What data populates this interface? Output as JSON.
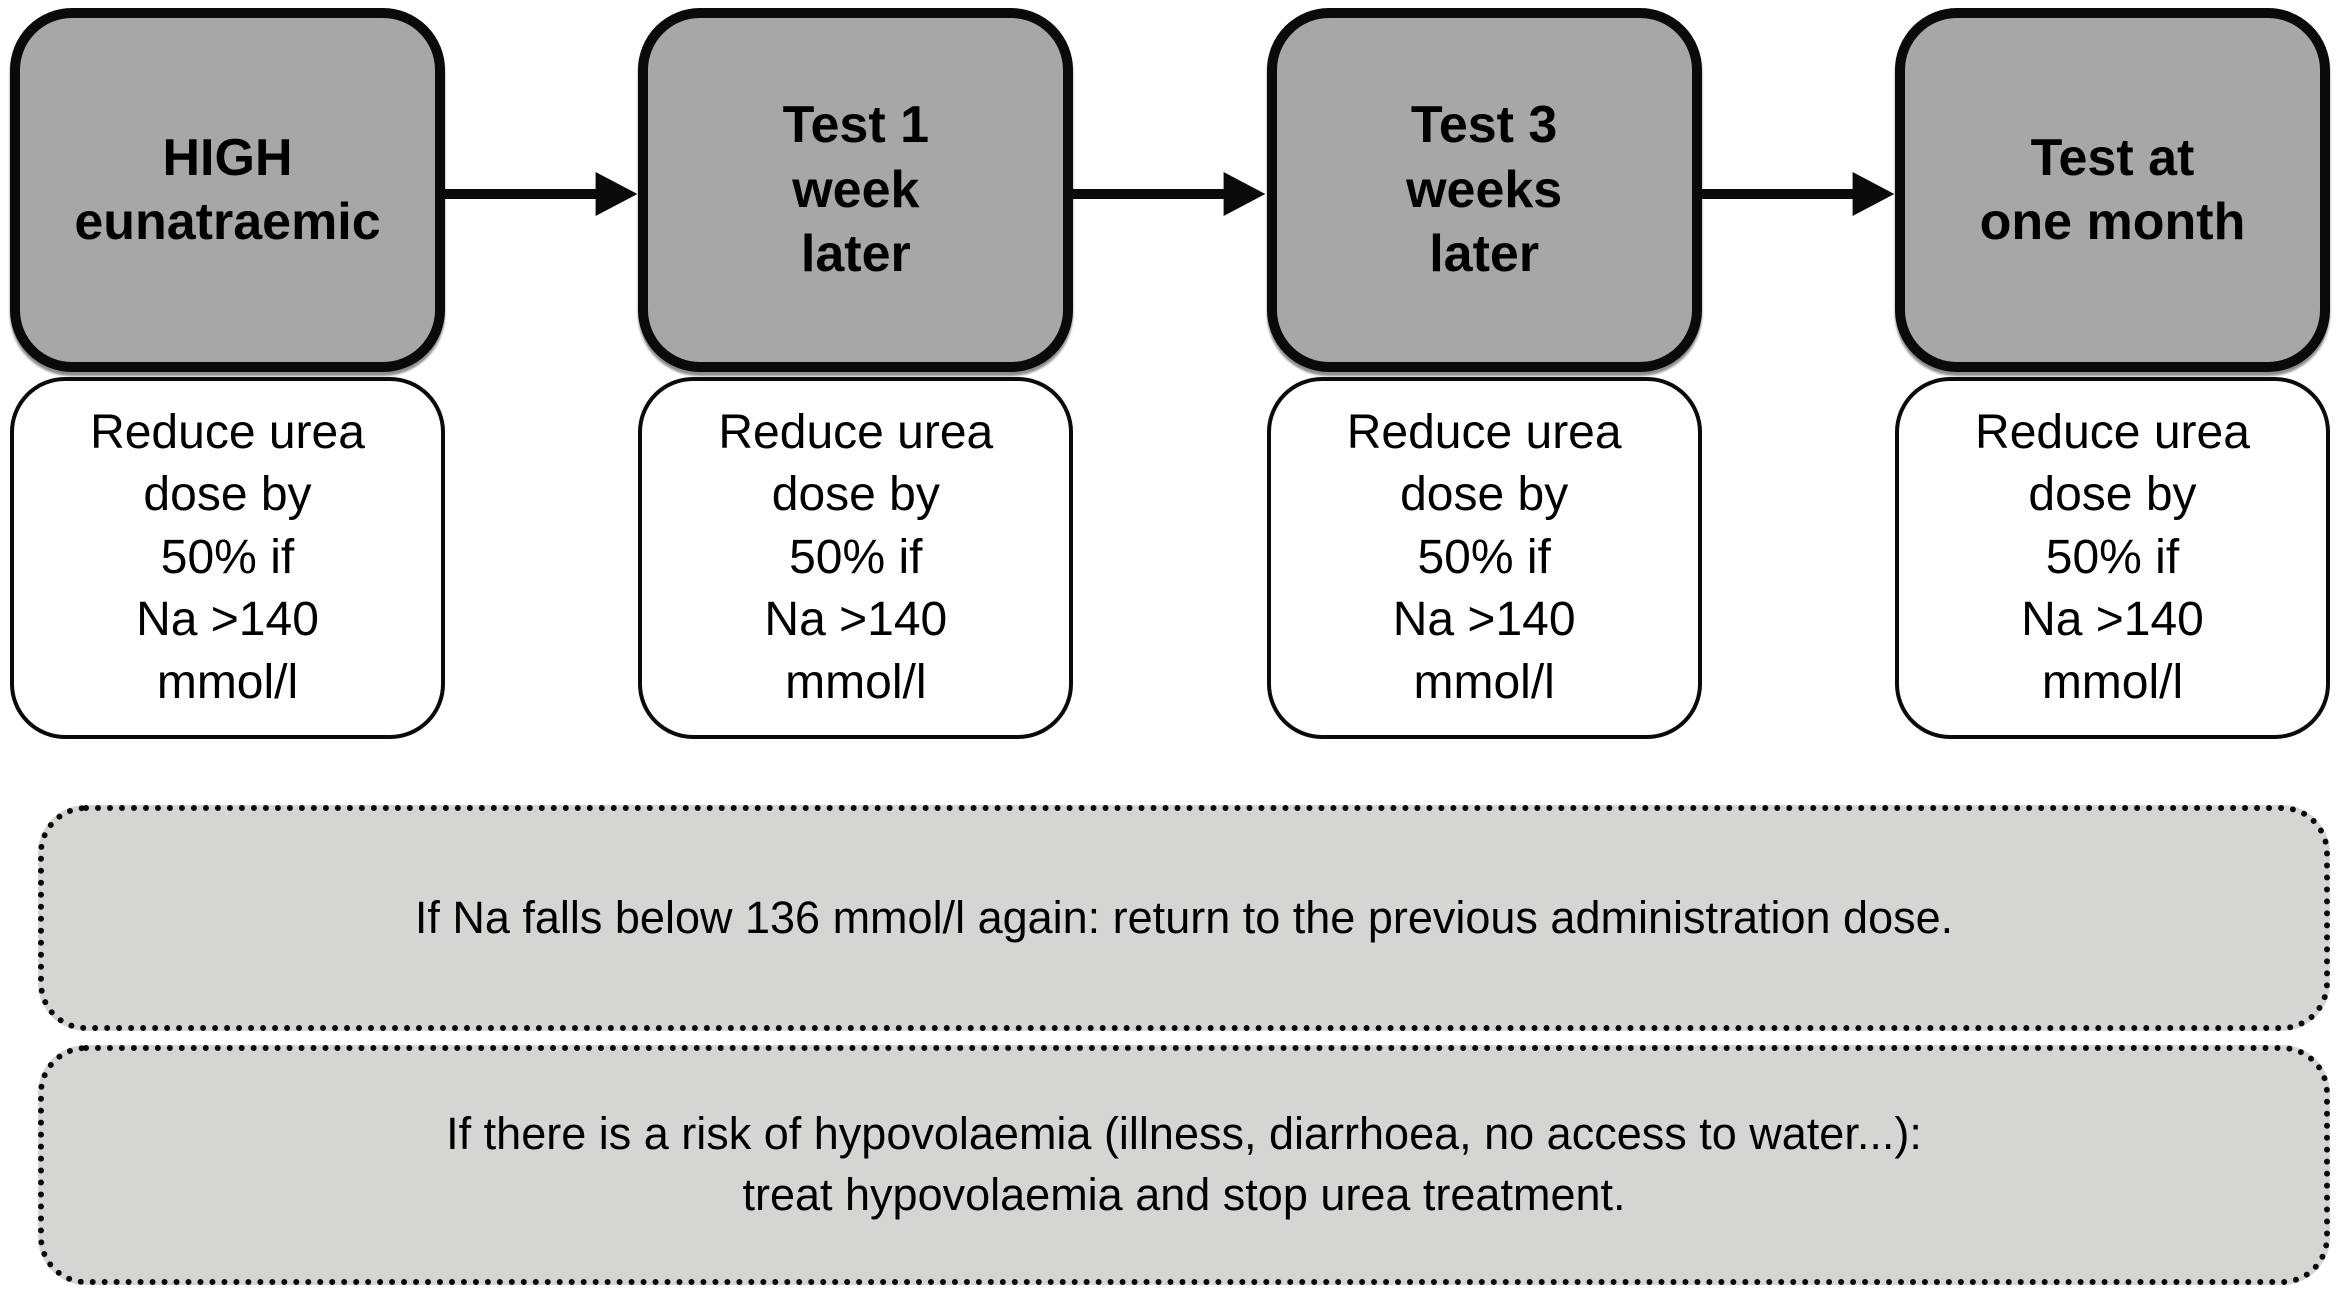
{
  "flow": {
    "stages": [
      {
        "title": "HIGH\neunatraemic",
        "action": "Reduce urea\ndose by\n50% if\nNa >140\nmmol/l"
      },
      {
        "title": "Test 1\nweek\nlater",
        "action": "Reduce urea\ndose by\n50% if\nNa >140\nmmol/l"
      },
      {
        "title": "Test 3\nweeks\nlater",
        "action": "Reduce urea\ndose by\n50% if\nNa >140\nmmol/l"
      },
      {
        "title": "Test at\none month",
        "action": "Reduce urea\ndose by\n50% if\nNa >140\nmmol/l"
      }
    ],
    "notes": [
      {
        "text": "If Na falls below 136 mmol/l again: return to the previous administration dose."
      },
      {
        "text": "If there is a risk of hypovolaemia (illness, diarrhoea, no access to water...):\ntreat hypovolaemia and stop urea treatment."
      }
    ]
  },
  "colors": {
    "stage_fill": "#a7a7a7",
    "action_fill": "#ffffff",
    "note_fill": "#d5d5d3",
    "line_color": "#0a0a0a"
  }
}
